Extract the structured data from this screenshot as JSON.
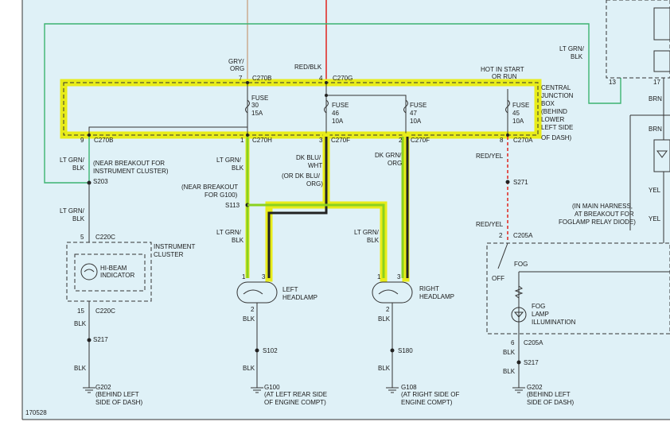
{
  "colors": {
    "background": "#dff1f7",
    "highlight": "#e8ec1a",
    "hot_wire": "#e0302a",
    "ground_wire": "#3cb371"
  },
  "top": {
    "gry_org": "GRY/",
    "gry_org2": "ORG",
    "red_blk": "RED/BLK",
    "hot_l1": "HOT IN START",
    "hot_l2": "OR RUN",
    "pin7": "7",
    "c270b": "C270B",
    "pin4": "4",
    "c270g": "C270G",
    "lt_grn_blk_1": "LT GRN/",
    "lt_grn_blk_2": "BLK",
    "pin13": "13",
    "pin17": "17"
  },
  "cjb": {
    "l1": "CENTRAL",
    "l2": "JUNCTION",
    "l3": "BOX",
    "l4": "(BEHIND",
    "l5": "LOWER",
    "l6": "LEFT SIDE",
    "l7": "OF DASH)"
  },
  "fuses": [
    {
      "label": "FUSE",
      "num": "30",
      "amp": "15A"
    },
    {
      "label": "FUSE",
      "num": "46",
      "amp": "10A"
    },
    {
      "label": "FUSE",
      "num": "47",
      "amp": "10A"
    },
    {
      "label": "FUSE",
      "num": "45",
      "amp": "10A"
    }
  ],
  "bottom_connectors": [
    {
      "pin": "9",
      "name": "C270B"
    },
    {
      "pin": "1",
      "name": "C270H"
    },
    {
      "pin": "3",
      "name": "C270F"
    },
    {
      "pin": "2",
      "name": "C270F"
    },
    {
      "pin": "8",
      "name": "C270A"
    }
  ],
  "left": {
    "w1a": "LT GRN/",
    "w1b": "BLK",
    "breakout1": "(NEAR BREAKOUT FOR",
    "breakout2": "INSTRUMENT CLUSTER)",
    "s203": "S203",
    "w2a": "LT GRN/",
    "w2b": "BLK",
    "pin5": "5",
    "c220c": "C220C",
    "cluster1": "INSTRUMENT",
    "cluster2": "CLUSTER",
    "hibeam1": "HI-BEAM",
    "hibeam2": "INDICATOR",
    "pin15": "15",
    "c220c2": "C220C",
    "blk1": "BLK",
    "s217": "S217",
    "blk2": "BLK",
    "g202": "G202",
    "g202a": "(BEHIND LEFT",
    "g202b": "SIDE OF DASH)"
  },
  "midleft": {
    "w1a": "LT GRN/",
    "w1b": "BLK",
    "near1": "(NEAR BREAKOUT",
    "near2": "FOR G100)",
    "s113": "S113",
    "w2a": "LT GRN/",
    "w2b": "BLK",
    "dkblu1": "DK BLU/",
    "dkblu2": "WHT",
    "dkblu3": "(OR DK BLU/",
    "dkblu4": "ORG)",
    "pin1": "1",
    "pin3": "3",
    "hl1": "LEFT",
    "hl2": "HEADLAMP",
    "pin2": "2",
    "blk1": "BLK",
    "s102": "S102",
    "blk2": "BLK",
    "g100": "G100",
    "g100a": "(AT LEFT REAR SIDE",
    "g100b": "OF ENGINE COMPT)"
  },
  "midright": {
    "dkgrn1": "DK GRN/",
    "dkgrn2": "ORG",
    "w2a": "LT GRN/",
    "w2b": "BLK",
    "pin1": "1",
    "pin3": "3",
    "hl1": "RIGHT",
    "hl2": "HEADLAMP",
    "pin2": "2",
    "blk1": "BLK",
    "s180": "S180",
    "blk2": "BLK",
    "g108": "G108",
    "g108a": "(AT RIGHT SIDE OF",
    "g108b": "ENGINE COMPT)"
  },
  "right": {
    "redyel1": "RED/YEL",
    "s271": "S271",
    "redyel2": "RED/YEL",
    "pin2": "2",
    "c205a": "C205A",
    "off": "OFF",
    "fog": "FOG",
    "fogl1": "FOG",
    "fogl2": "LAMP",
    "fogl3": "ILLUMINATION",
    "pin6": "6",
    "c205a2": "C205A",
    "blk1": "BLK",
    "s217": "S217",
    "blk2": "BLK",
    "g202": "G202",
    "g202a": "(BEHIND LEFT",
    "g202b": "SIDE OF DASH)",
    "harness1": "(IN MAIN HARNESS,",
    "harness2": "AT BREAKOUT FOR",
    "harness3": "FOGLAMP RELAY DIODE)",
    "brn1": "BRN",
    "brn2": "BRN",
    "yel1": "YEL",
    "yel2": "YEL"
  },
  "figure_id": "170528"
}
